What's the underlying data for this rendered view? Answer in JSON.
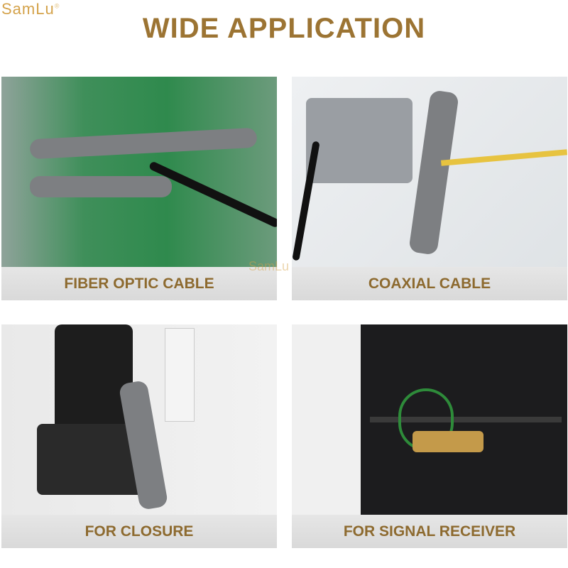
{
  "brand": {
    "logo": "SamLu",
    "registered": "®"
  },
  "title": "WIDE APPLICATION",
  "panels": [
    {
      "caption": "FIBER OPTIC CABLE"
    },
    {
      "caption": "COAXIAL CABLE"
    },
    {
      "caption": "FOR CLOSURE"
    },
    {
      "caption": "FOR SIGNAL RECEIVER"
    }
  ],
  "colors": {
    "title": "#9c7433",
    "caption": "#8d6a2f",
    "caption_band": "#dedede",
    "logo": "#d4a24a"
  }
}
